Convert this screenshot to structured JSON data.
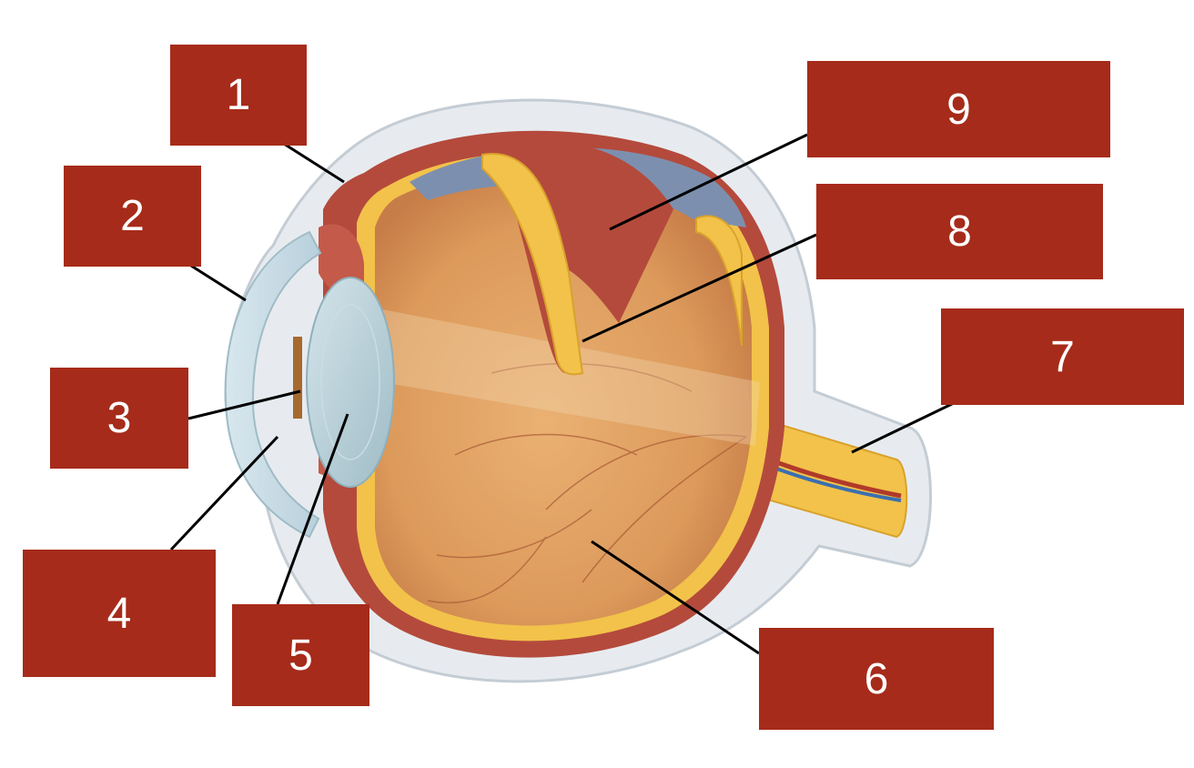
{
  "labels": {
    "l1": "1",
    "l2": "2",
    "l3": "3",
    "l4": "4",
    "l5": "5",
    "l6": "6",
    "l7": "7",
    "l8": "8",
    "l9": "9"
  },
  "colors": {
    "label_box": "#a62b1a",
    "label_text": "#ffffff",
    "sclera": "#e7ebef",
    "choroid": "#b44a3c",
    "retina": "#f2c24a",
    "vitreous": "#e0a062",
    "lens": "#b7cfd6",
    "cornea": "#c9dde6",
    "vitreous_top": "#7d8fae"
  }
}
